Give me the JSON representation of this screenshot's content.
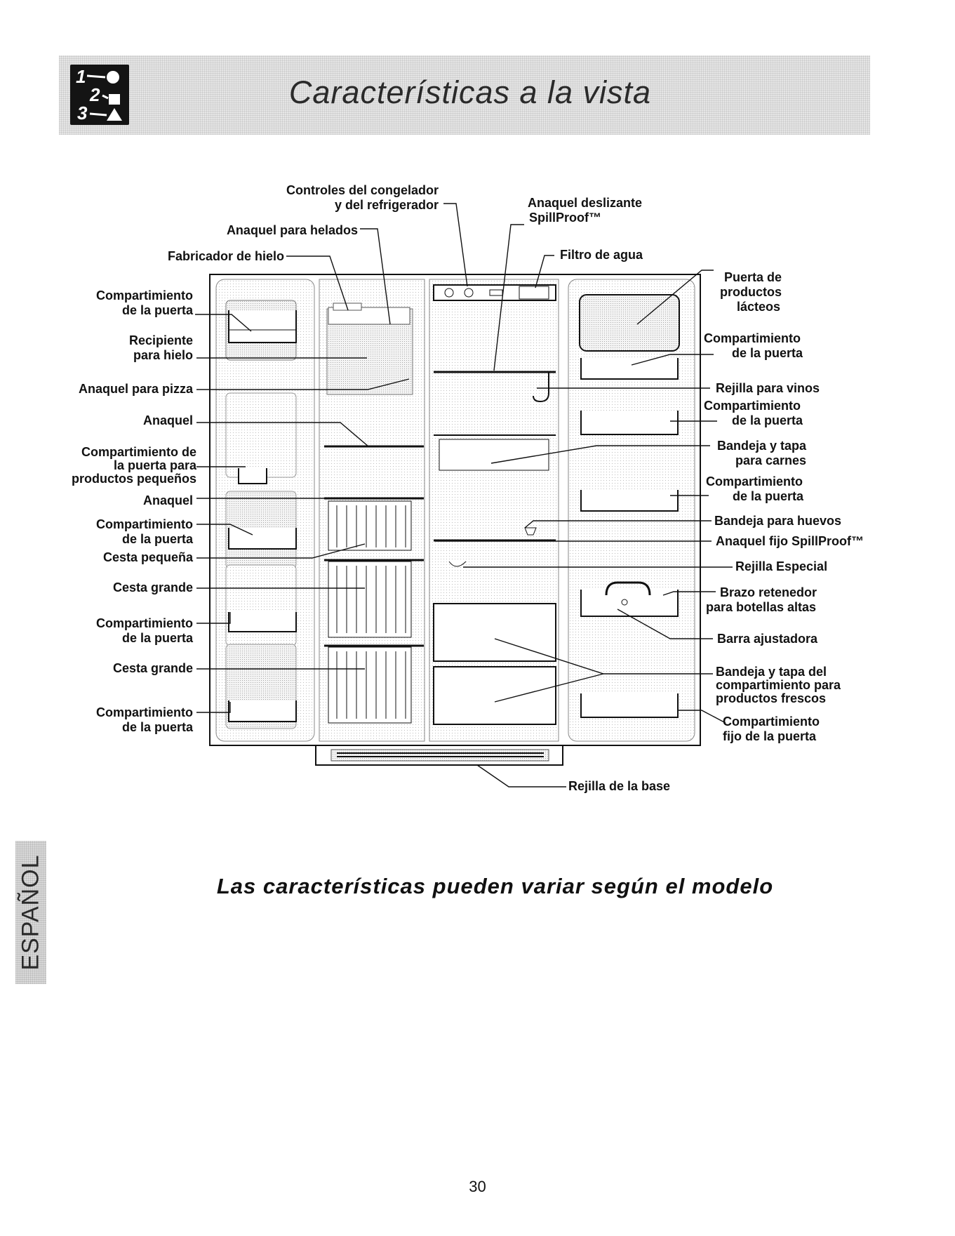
{
  "header": {
    "title": "Características a la vista",
    "icon_numbers": [
      "1",
      "2",
      "3"
    ]
  },
  "labels": {
    "controles": [
      "Controles del congelador",
      "y del refrigerador"
    ],
    "anaquel_helados": "Anaquel para helados",
    "fabricador": "Fabricador de hielo",
    "anaquel_deslizante": [
      "Anaquel deslizante",
      "SpillProof™"
    ],
    "filtro": "Filtro de agua",
    "left": {
      "comp1": [
        "Compartimiento",
        "de la puerta"
      ],
      "recipiente": [
        "Recipiente",
        "para hielo"
      ],
      "pizza": "Anaquel para pizza",
      "anaquel1": "Anaquel",
      "comp_pequenos": [
        "Compartimiento de",
        "la puerta para",
        "productos pequeños"
      ],
      "anaquel2": "Anaquel",
      "comp2": [
        "Compartimiento",
        "de la puerta"
      ],
      "cesta_pequena": "Cesta pequeña",
      "cesta_grande1": "Cesta grande",
      "comp3": [
        "Compartimiento",
        "de la puerta"
      ],
      "cesta_grande2": "Cesta grande",
      "comp4": [
        "Compartimiento",
        "de la puerta"
      ]
    },
    "right": {
      "lacteos": [
        "Puerta de",
        "productos",
        "lácteos"
      ],
      "comp1": [
        "Compartimiento",
        "de la puerta"
      ],
      "vinos": "Rejilla para vinos",
      "comp2": [
        "Compartimiento",
        "de la puerta"
      ],
      "carnes": [
        "Bandeja y tapa",
        "para carnes"
      ],
      "comp3": [
        "Compartimiento",
        "de la puerta"
      ],
      "huevos": "Bandeja para huevos",
      "fijo": "Anaquel fijo SpillProof™",
      "especial": "Rejilla Especial",
      "brazo": [
        "Brazo retenedor",
        "para botellas altas"
      ],
      "barra": "Barra ajustadora",
      "frescos": [
        "Bandeja y tapa del",
        "compartimiento para",
        "productos frescos"
      ],
      "comp_fijo": [
        "Compartimiento",
        "fijo de la puerta"
      ]
    },
    "rejilla_base": "Rejilla de la base"
  },
  "side_tab": "ESPAÑOL",
  "note": "Las características pueden variar según el modelo",
  "page_number": "30"
}
